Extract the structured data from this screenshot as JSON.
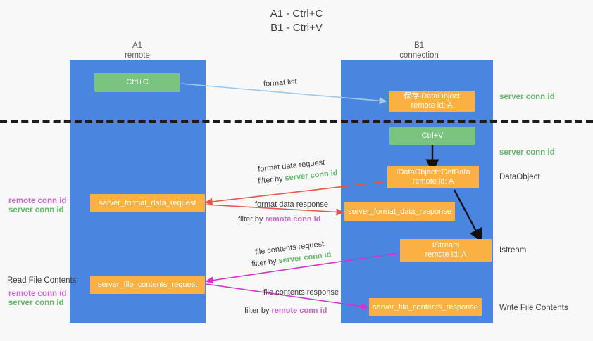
{
  "title": {
    "line1": "A1 - Ctrl+C",
    "line2": "B1 - Ctrl+V"
  },
  "columns": [
    {
      "name": "A1",
      "sub": "remote"
    },
    {
      "name": "B1",
      "sub": "connection"
    }
  ],
  "boxes": {
    "ctrl_c": {
      "line1": "Ctrl+C"
    },
    "ctrl_v": {
      "line1": "Ctrl+V"
    },
    "save_idataobject": {
      "line1": "保存IDataObject",
      "line2": "remote id: A"
    },
    "getdata": {
      "line1": "IDataObject::GetData",
      "line2": "remote id: A"
    },
    "istream": {
      "line1": "IStream",
      "line2": "remote id: A"
    },
    "server_format_data_request": {
      "line1": "server_format_data_request"
    },
    "server_format_data_response": {
      "line1": "server_format_data_response"
    },
    "server_file_contents_request": {
      "line1": "server_file_contents_request"
    },
    "server_file_contents_response": {
      "line1": "server_file_contents_response"
    }
  },
  "flow_labels": {
    "format_list": "format list",
    "format_data_request": "format data request",
    "format_data_request_filter_prefix": "filter by ",
    "format_data_request_filter_value": "server conn id",
    "format_data_response": "format data response",
    "format_data_response_filter_prefix": "filter by ",
    "format_data_response_filter_value": "remote conn id",
    "file_contents_request": "file contents request",
    "file_contents_request_filter_prefix": "filter by ",
    "file_contents_request_filter_value": "server conn id",
    "file_contents_response": "file contents response",
    "file_contents_response_filter_prefix": "filter by ",
    "file_contents_response_filter_value": "remote conn id"
  },
  "right_labels": {
    "server_conn_id_top": "server conn id",
    "server_conn_id_second": "server conn id",
    "dataobject": "DataObject",
    "istream": "Istream",
    "write_file_contents": "Write File Contents"
  },
  "left_labels": {
    "remote_conn_id_mid": "remote conn id",
    "server_conn_id_mid": "server conn id",
    "read_file_contents": "Read File Contents",
    "remote_conn_id_bottom": "remote conn id",
    "server_conn_id_bottom": "server conn id"
  },
  "colors": {
    "lane": "#4a86e0",
    "green_box": "#7ac47f",
    "orange_box": "#fbb042",
    "server_conn_id": "#62b96a",
    "remote_conn_id": "#cc66cc",
    "arrow_red": "#e8564a",
    "arrow_magenta": "#d633c6",
    "arrow_blue": "#9ec9ea",
    "arrow_black": "#111111",
    "background": "#f8f8f8"
  }
}
